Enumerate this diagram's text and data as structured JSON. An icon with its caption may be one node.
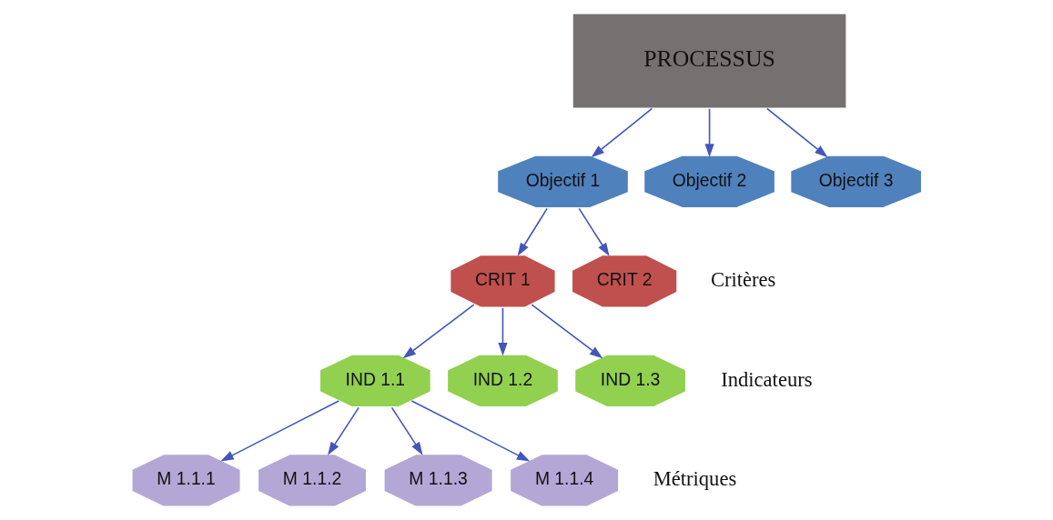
{
  "diagram": {
    "nodes": [
      {
        "text": [
          "PROCESSUS"
        ]
      },
      {
        "text": [
          "Objectif 1"
        ]
      },
      {
        "text": [
          "Objectif 2"
        ]
      },
      {
        "text": [
          "Objectif 3"
        ]
      },
      {
        "text": [
          "CRIT 1"
        ]
      },
      {
        "text": [
          "CRIT 2"
        ]
      },
      {
        "text": [
          "IND 1.1"
        ]
      },
      {
        "text": [
          "IND 1.2"
        ]
      },
      {
        "text": [
          "IND 1.3"
        ]
      },
      {
        "text": [
          "M 1.1.1"
        ]
      },
      {
        "text": [
          "M 1.1.2"
        ]
      },
      {
        "text": [
          "M 1.1.3"
        ]
      },
      {
        "text": [
          "M 1.1.4"
        ]
      }
    ],
    "edges": [
      {
        "from": 0,
        "to": 1,
        "arrow": "to"
      },
      {
        "from": 0,
        "to": 2,
        "arrow": "to"
      },
      {
        "from": 0,
        "to": 3,
        "arrow": "to"
      },
      {
        "from": 1,
        "to": 4,
        "arrow": "to"
      },
      {
        "from": 1,
        "to": 5,
        "arrow": "to"
      },
      {
        "from": 4,
        "to": 6,
        "arrow": "to"
      },
      {
        "from": 4,
        "to": 7,
        "arrow": "to"
      },
      {
        "from": 4,
        "to": 8,
        "arrow": "to"
      },
      {
        "from": 6,
        "to": 9,
        "arrow": "to"
      },
      {
        "from": 6,
        "to": 10,
        "arrow": "to"
      },
      {
        "from": 6,
        "to": 11,
        "arrow": "to"
      },
      {
        "from": 6,
        "to": 12,
        "arrow": "to"
      }
    ],
    "labels": [
      "Critères",
      "Indicateurs",
      "Métriques"
    ]
  }
}
